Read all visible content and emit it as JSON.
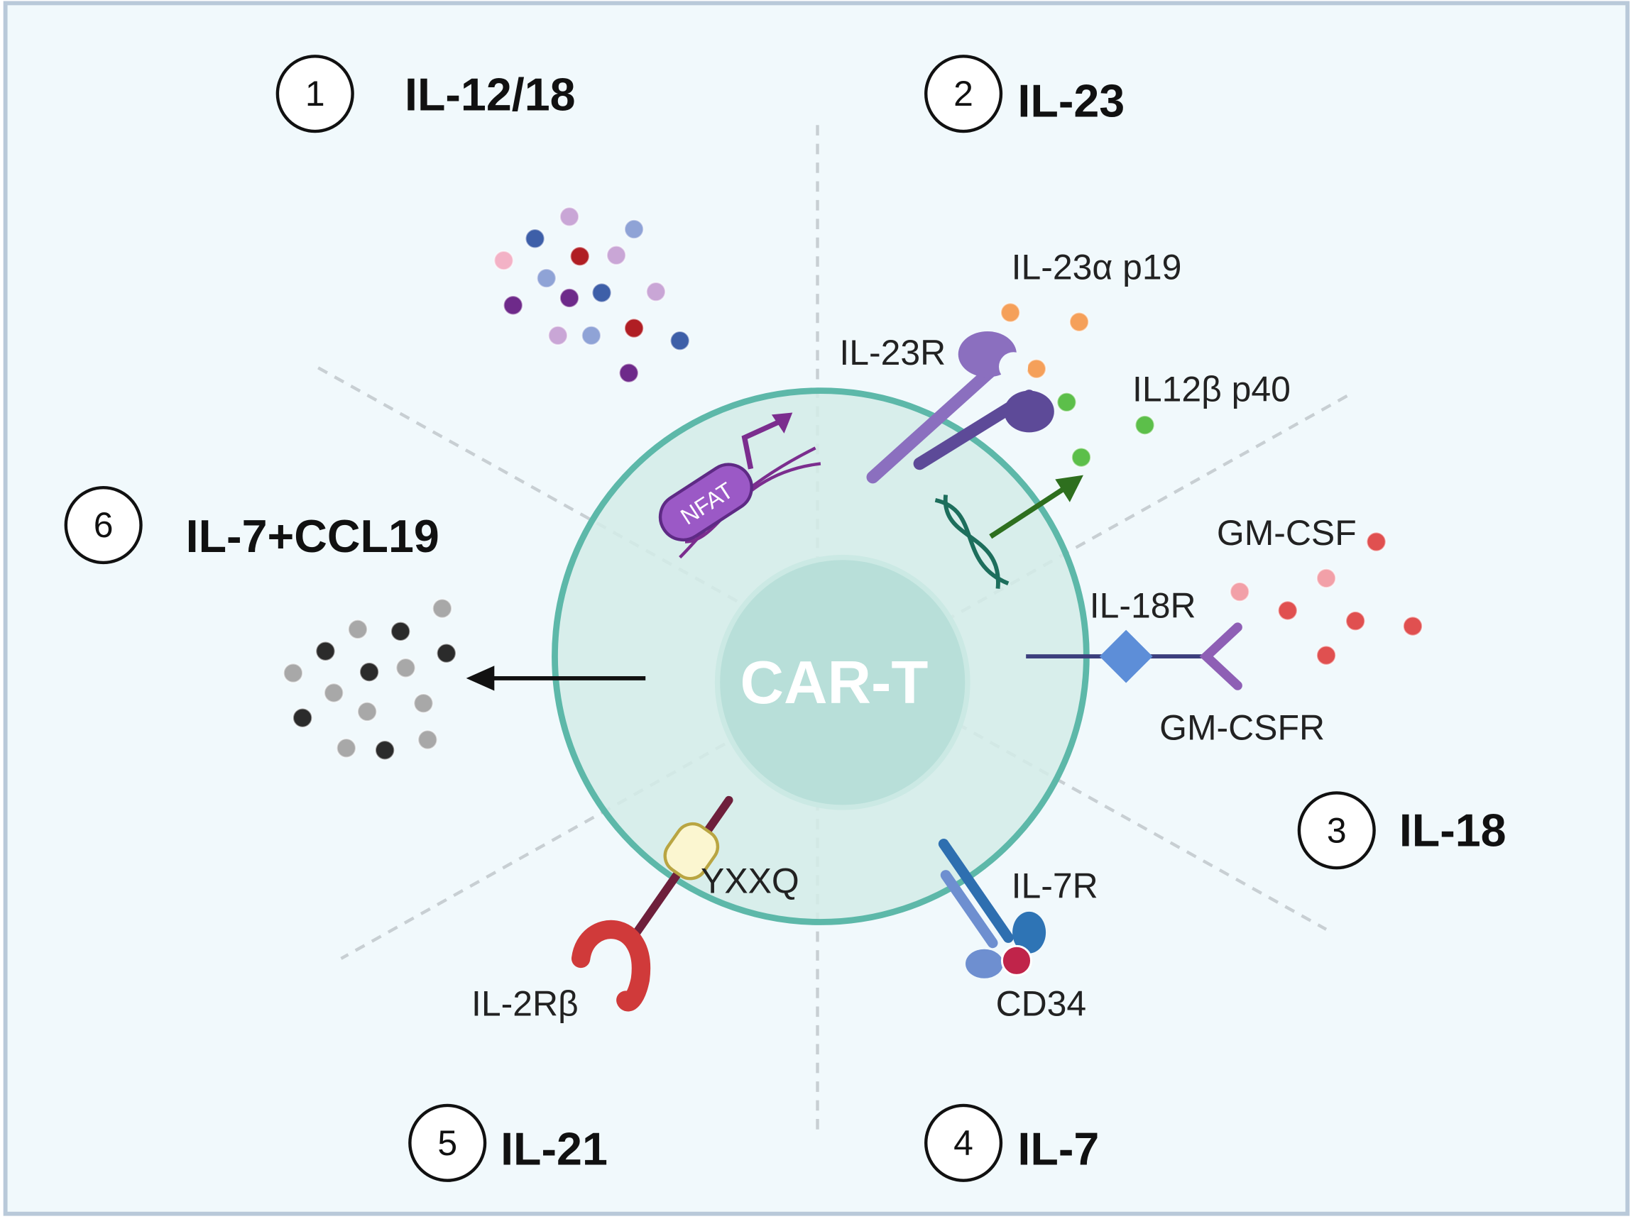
{
  "cell_label": "CAR-T",
  "sections": [
    {
      "number": "1",
      "title": "IL-12/18"
    },
    {
      "number": "2",
      "title": "IL-23"
    },
    {
      "number": "3",
      "title": "IL-18"
    },
    {
      "number": "4",
      "title": "IL-7"
    },
    {
      "number": "5",
      "title": "IL-21"
    },
    {
      "number": "6",
      "title": "IL-7+CCL19"
    }
  ],
  "labels": {
    "il23a_p19": "IL-23α p19",
    "il23r": "IL-23R",
    "il12b_p40": "IL12β p40",
    "gm_csf": "GM-CSF",
    "il18r": "IL-18R",
    "gm_csfr": "GM-CSFR",
    "il7r": "IL-7R",
    "cd34": "CD34",
    "il2rb": "IL-2Rβ",
    "yxxq": "YXXQ",
    "nfat": "NFAT"
  },
  "colors": {
    "background": "#f1f9fc",
    "cell_fill": "#d4ece8",
    "cell_stroke": "#5db8a9",
    "nucleus_fill": "#b8dfd9"
  }
}
